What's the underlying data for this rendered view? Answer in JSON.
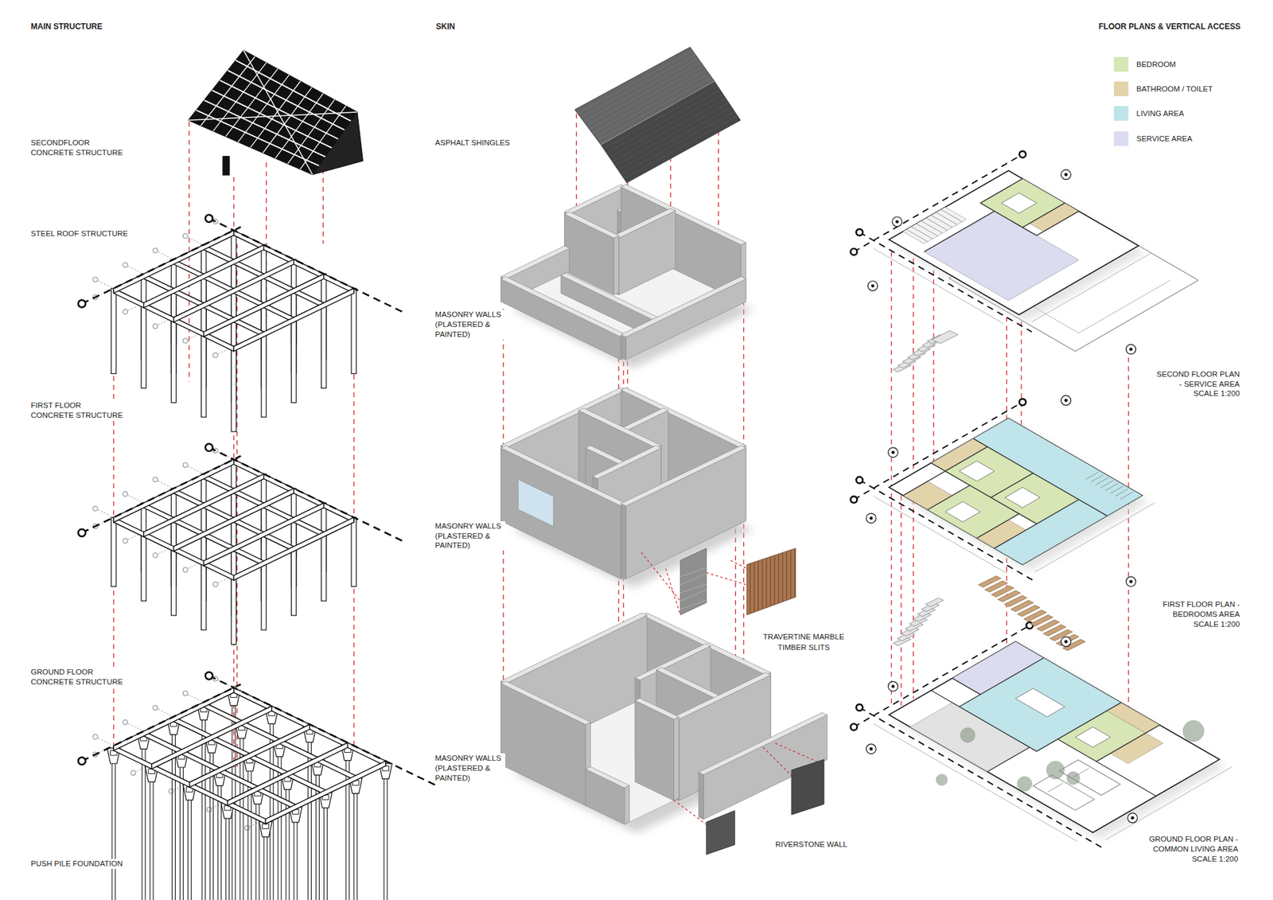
{
  "diagram": {
    "labels": [
      "MAIN STRUCTURE",
      "SKIN",
      "FLOOR PLANS & VERTICAL ACCESS",
      "SECONDFLOOR CONCRETE STRUCTURE",
      "STEEL ROOF STRUCTURE",
      "FIRST FLOOR CONCRETE STRUCTURE",
      "GROUND FLOOR CONCRETE STRUCTURE",
      "PUSH PILE FOUNDATION",
      "ASPHALT SHINGLES",
      "MASONRY WALLS (PLASTERED & PAINTED)",
      "MASONRY WALLS (PLASTERED & PAINTED)",
      "MASONRY WALLS (PLASTERED & PAINTED)",
      "TRAVERTINE MARBLE",
      "TIMBER SLITS",
      "RIVERSTONE WALL",
      "SECOND FLOOR PLAN - SERVICE AREA SCALE 1:200",
      "FIRST FLOOR PLAN - BEDROOMS AREA SCALE 1:200",
      "GROUND FLOOR PLAN - COMMON LIVING AREA SCALE 1:200"
    ],
    "legend": [
      {
        "text": "BEDROOM",
        "color": "#d7e6b4"
      },
      {
        "text": "BATHROOM / TOILET",
        "color": "#e3d3ab"
      },
      {
        "text": "LIVING AREA",
        "color": "#bfe4ea"
      },
      {
        "text": "SERVICE AREA",
        "color": "#dcdcf0"
      }
    ]
  }
}
